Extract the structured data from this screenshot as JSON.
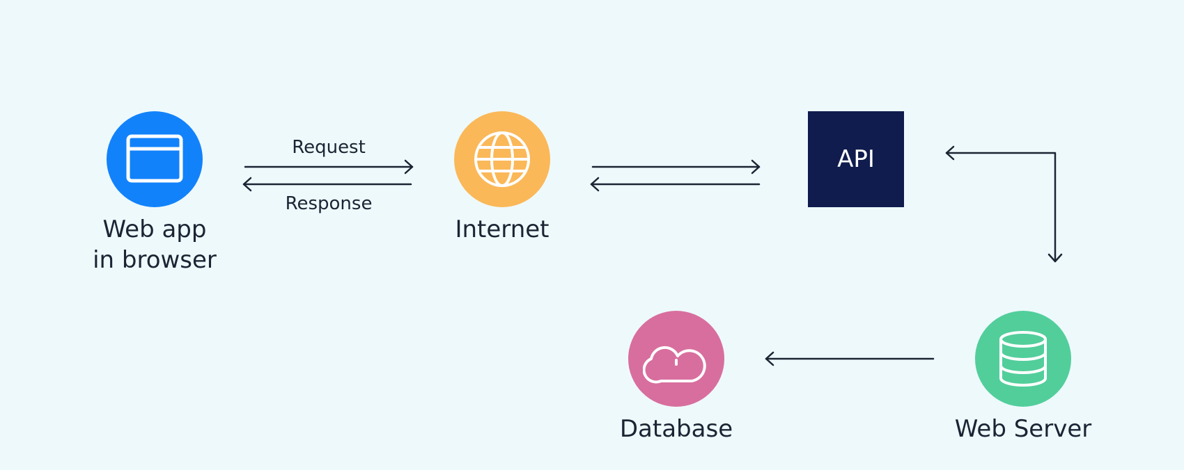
{
  "colors": {
    "background": "#eef9fc",
    "browser": "#1282fb",
    "internet": "#fbb858",
    "api": "#0f1c4d",
    "database": "#d86e9e",
    "webserver": "#52ce9b",
    "line": "#1b2433"
  },
  "nodes": {
    "browser": {
      "label": "Web app\nin browser",
      "icon": "browser-window-icon"
    },
    "internet": {
      "label": "Internet",
      "icon": "globe-icon"
    },
    "api": {
      "label": "API"
    },
    "database": {
      "label": "Database",
      "icon": "cloud-icon"
    },
    "webserver": {
      "label": "Web Server",
      "icon": "database-cylinder-icon"
    }
  },
  "edges": {
    "request": "Request",
    "response": "Response"
  }
}
